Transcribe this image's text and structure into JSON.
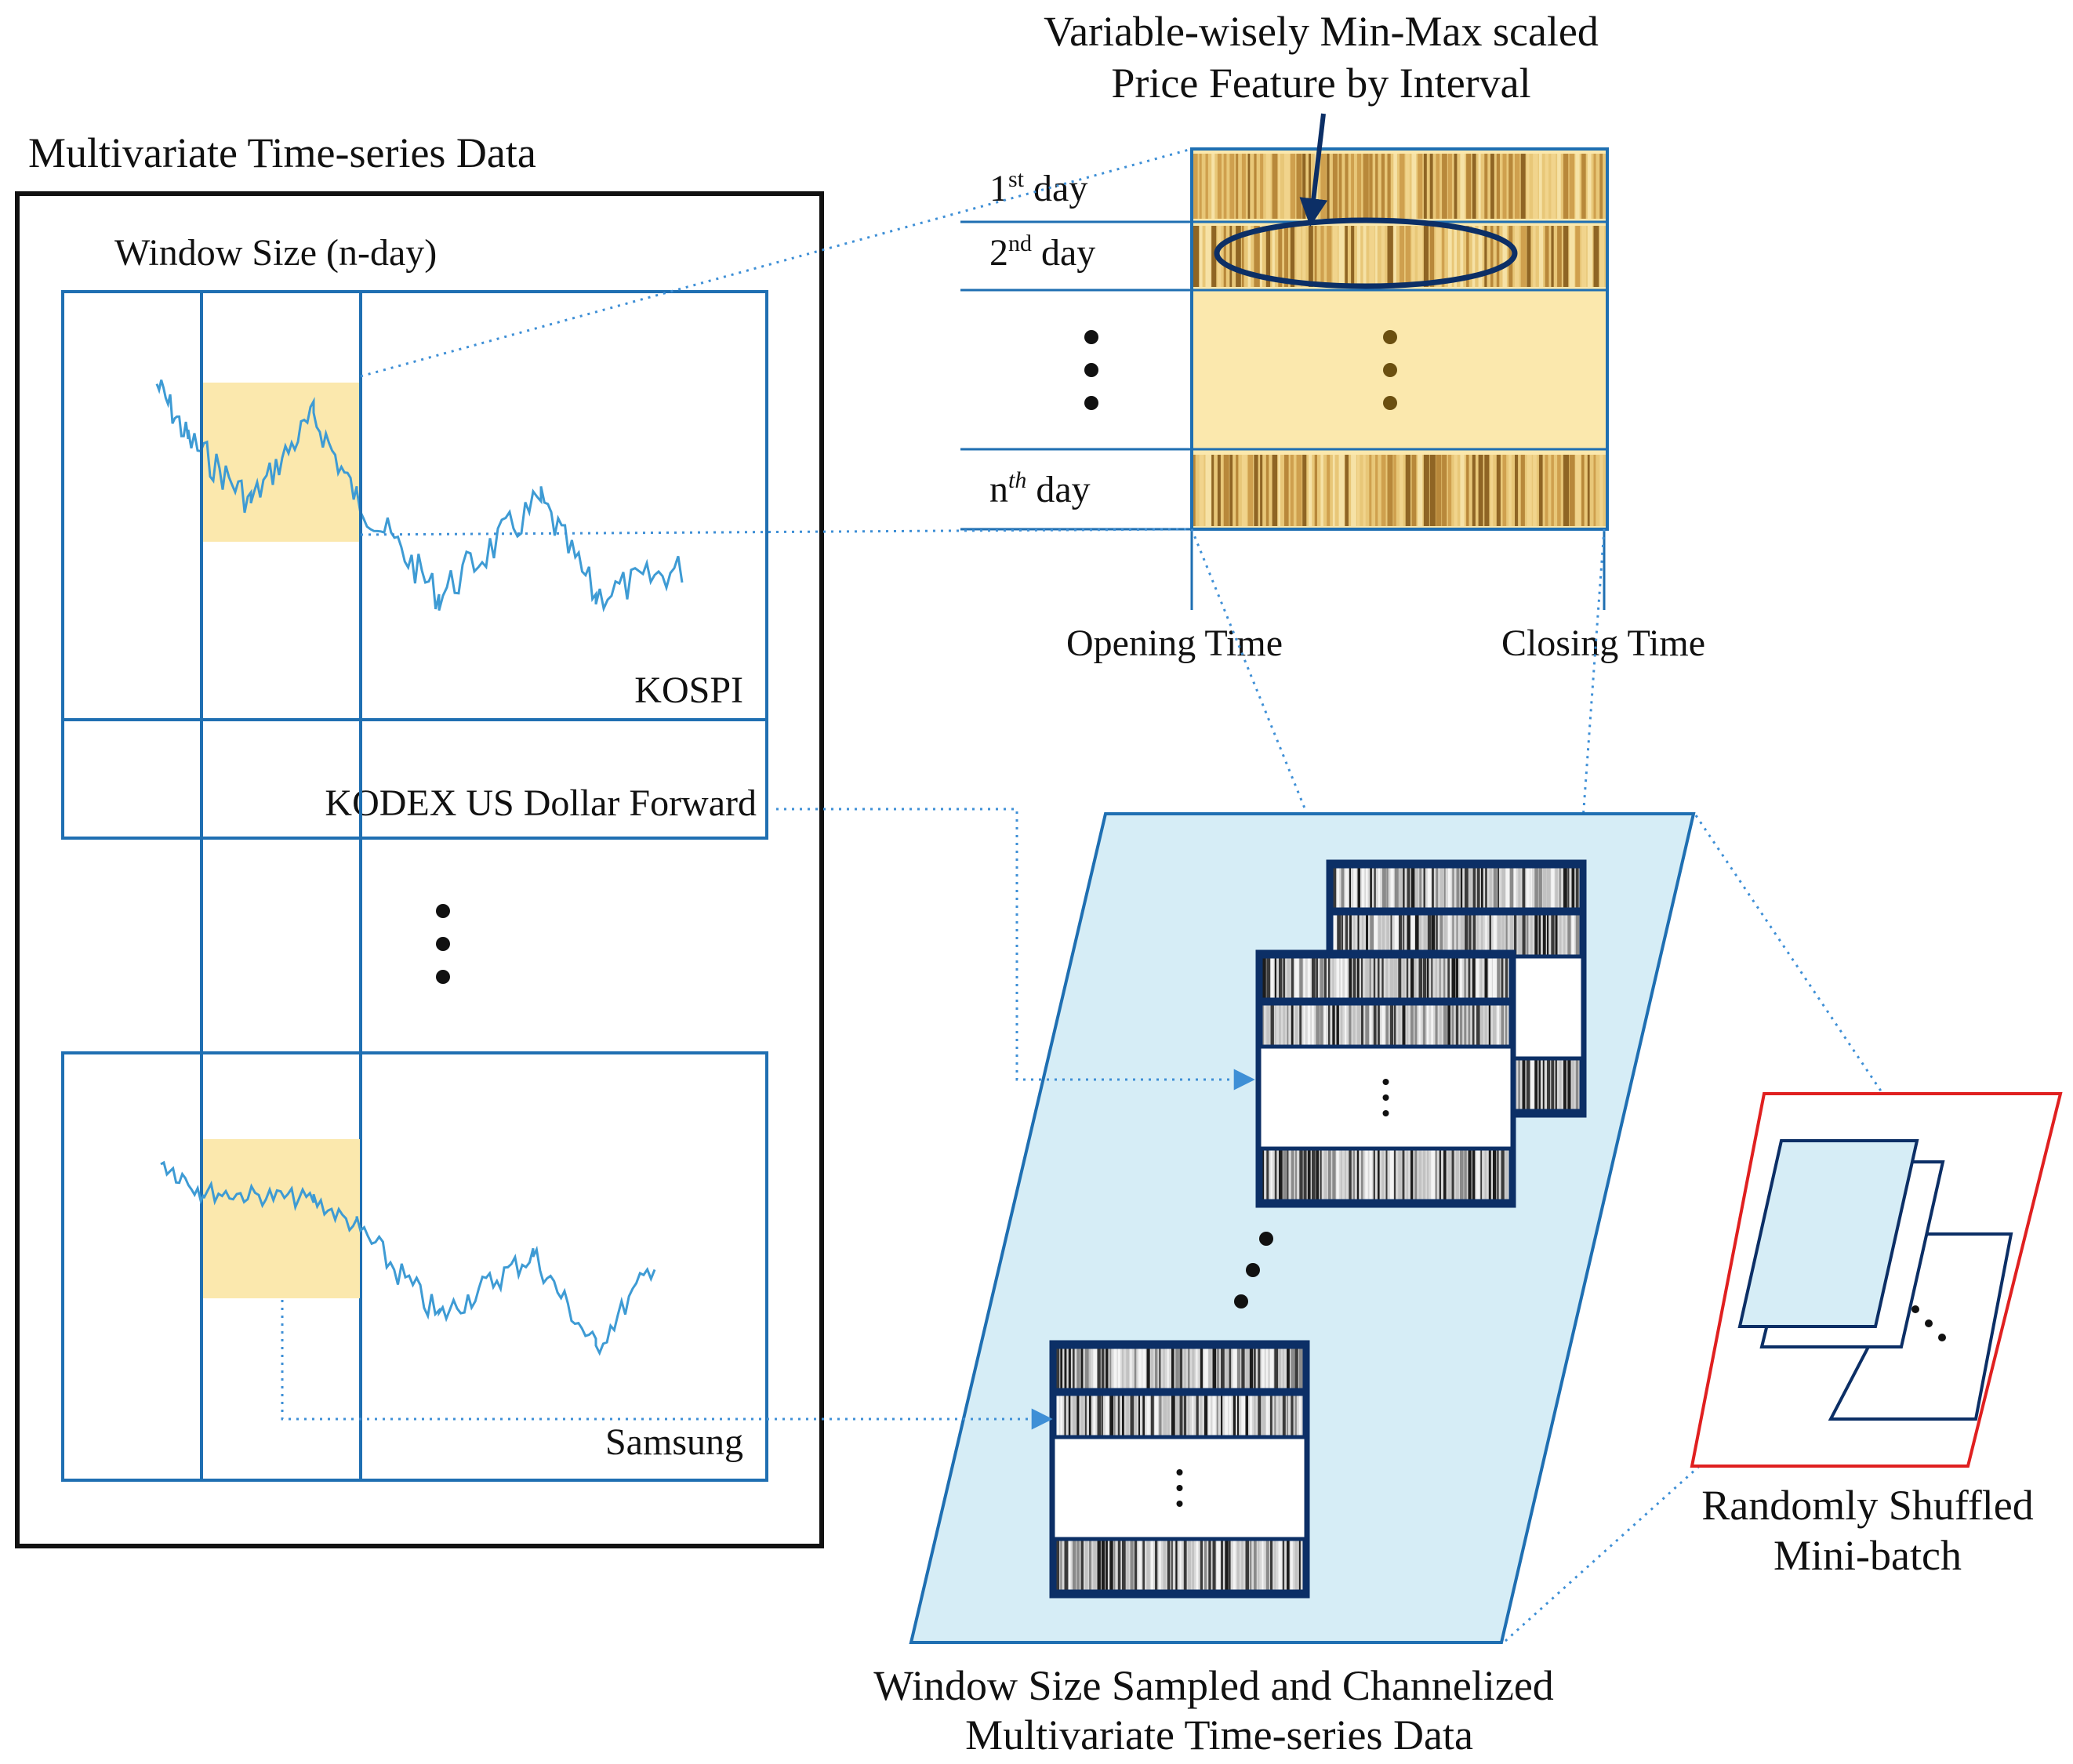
{
  "title_top": [
    "Variable-wisely Min-Max scaled",
    "Price Feature by Interval"
  ],
  "left_panel": {
    "title": "Multivariate Time-series Data",
    "window_label": "Window Size (n-day)",
    "series": [
      "KOSPI",
      "KODEX  US Dollar Forward",
      "Samsung"
    ]
  },
  "day_rows": [
    {
      "base": "1",
      "sup": "st",
      "tail": " day"
    },
    {
      "base": "2",
      "sup": "nd",
      "tail": " day"
    },
    {
      "base": "n",
      "sup": "th",
      "tail": " day"
    }
  ],
  "time_axis": {
    "open": "Opening Time",
    "close": "Closing Time"
  },
  "channel_caption": [
    "Window Size Sampled and Channelized",
    "Multivariate Time-series Data"
  ],
  "minibatch_caption": [
    "Randomly Shuffled",
    "Mini-batch"
  ],
  "colors": {
    "frame": "#1f6fb2",
    "window_highlight": "#fbe8ad",
    "gold_strip": "#d6ab5a",
    "parallelogram": "#d6edf6",
    "tile_border": "#0c2f66",
    "red": "#e02020",
    "series_line": "#3e9bd4"
  }
}
